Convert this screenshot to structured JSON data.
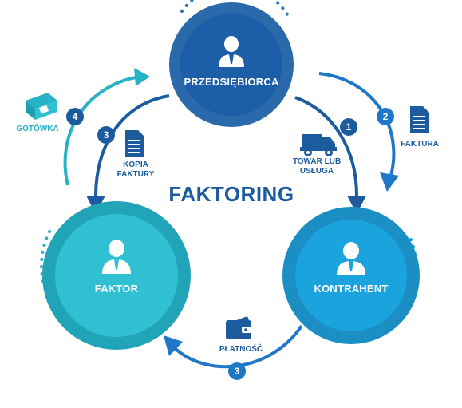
{
  "title": "FAKTORING",
  "nodes": {
    "entrepreneur": "PRZEDSIĘBIORCA",
    "factor": "FAKTOR",
    "contractor": "KONTRAHENT"
  },
  "steps": {
    "one": {
      "number": "1",
      "label_line1": "TOWAR LUB",
      "label_line2": "USŁUGA"
    },
    "two": {
      "number": "2",
      "label": "FAKTURA"
    },
    "three_copy": {
      "number": "3",
      "label_line1": "KOPIA",
      "label_line2": "FAKTURY"
    },
    "three_payment": {
      "number": "3",
      "label": "PŁATNOŚĆ"
    },
    "four": {
      "number": "4",
      "label": "GOTÓWKA"
    }
  },
  "colors": {
    "dark_blue": "#1c5c9e",
    "mid_blue": "#1f77c8",
    "teal": "#27b3c6",
    "light_blue": "#1a9fd8",
    "ring_dark": "#2a6aaa"
  },
  "icons": [
    "person-icon",
    "truck-icon",
    "document-icon",
    "cash-icon",
    "wallet-icon"
  ]
}
